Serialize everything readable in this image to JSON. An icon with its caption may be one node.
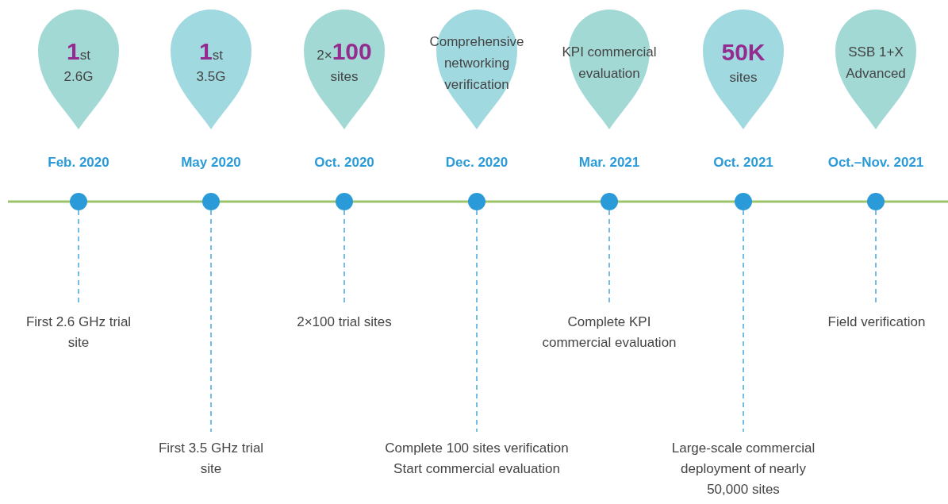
{
  "diagram": {
    "nodes": [
      {
        "text": [
          "**1**st",
          "2.6G"
        ],
        "beside": [
          "Feb. 2020"
        ]
      },
      {
        "text": [
          "**1**st",
          "3.5G"
        ],
        "beside": [
          "May 2020"
        ]
      },
      {
        "text": [
          "2×**100**",
          "sites"
        ],
        "beside": [
          "Oct. 2020"
        ]
      },
      {
        "text": [
          "Comprehensive networking verification"
        ],
        "beside": [
          "Dec. 2020"
        ]
      },
      {
        "text": [
          "KPI commercial evaluation"
        ],
        "beside": [
          "Mar. 2021"
        ]
      },
      {
        "text": [
          "50K",
          "sites"
        ],
        "beside": [
          "Oct. 2021"
        ]
      },
      {
        "text": [
          "SSB 1+X Advanced"
        ],
        "beside": [
          "Oct.–Nov. 2021"
        ]
      },
      {
        "text": [],
        "shape": "circle"
      },
      {
        "text": [],
        "shape": "circle"
      },
      {
        "text": [],
        "shape": "circle"
      },
      {
        "text": [],
        "shape": "circle"
      },
      {
        "text": [],
        "shape": "circle"
      },
      {
        "text": [],
        "shape": "circle"
      },
      {
        "text": [],
        "shape": "circle"
      },
      {
        "text": [
          "First 2.6 GHz trial site"
        ]
      },
      {
        "text": [
          "First 3.5 GHz trial site"
        ]
      },
      {
        "text": [
          "2×100 trial sites"
        ]
      },
      {
        "text": [
          "Complete 100 sites verification Start commercial evaluation"
        ]
      },
      {
        "text": [
          "Complete KPI commercial evaluation"
        ]
      },
      {
        "text": [
          "Large-scale commercial deployment of nearly 50,000 sites"
        ]
      },
      {
        "text": [
          "Field verification"
        ]
      }
    ],
    "edges": [
      {
        "from": 7,
        "to": 14,
        "arrow": "none",
        "style": "dashed"
      },
      {
        "from": 8,
        "to": 15,
        "arrow": "none",
        "style": "dashed"
      },
      {
        "from": 9,
        "to": 16,
        "arrow": "none",
        "style": "dashed"
      },
      {
        "from": 10,
        "to": 17,
        "arrow": "none",
        "style": "dashed"
      },
      {
        "from": 11,
        "to": 18,
        "arrow": "none",
        "style": "dashed"
      },
      {
        "from": 12,
        "to": 19,
        "arrow": "none",
        "style": "dashed"
      },
      {
        "from": 13,
        "to": 20,
        "arrow": "none",
        "style": "dashed"
      }
    ]
  }
}
